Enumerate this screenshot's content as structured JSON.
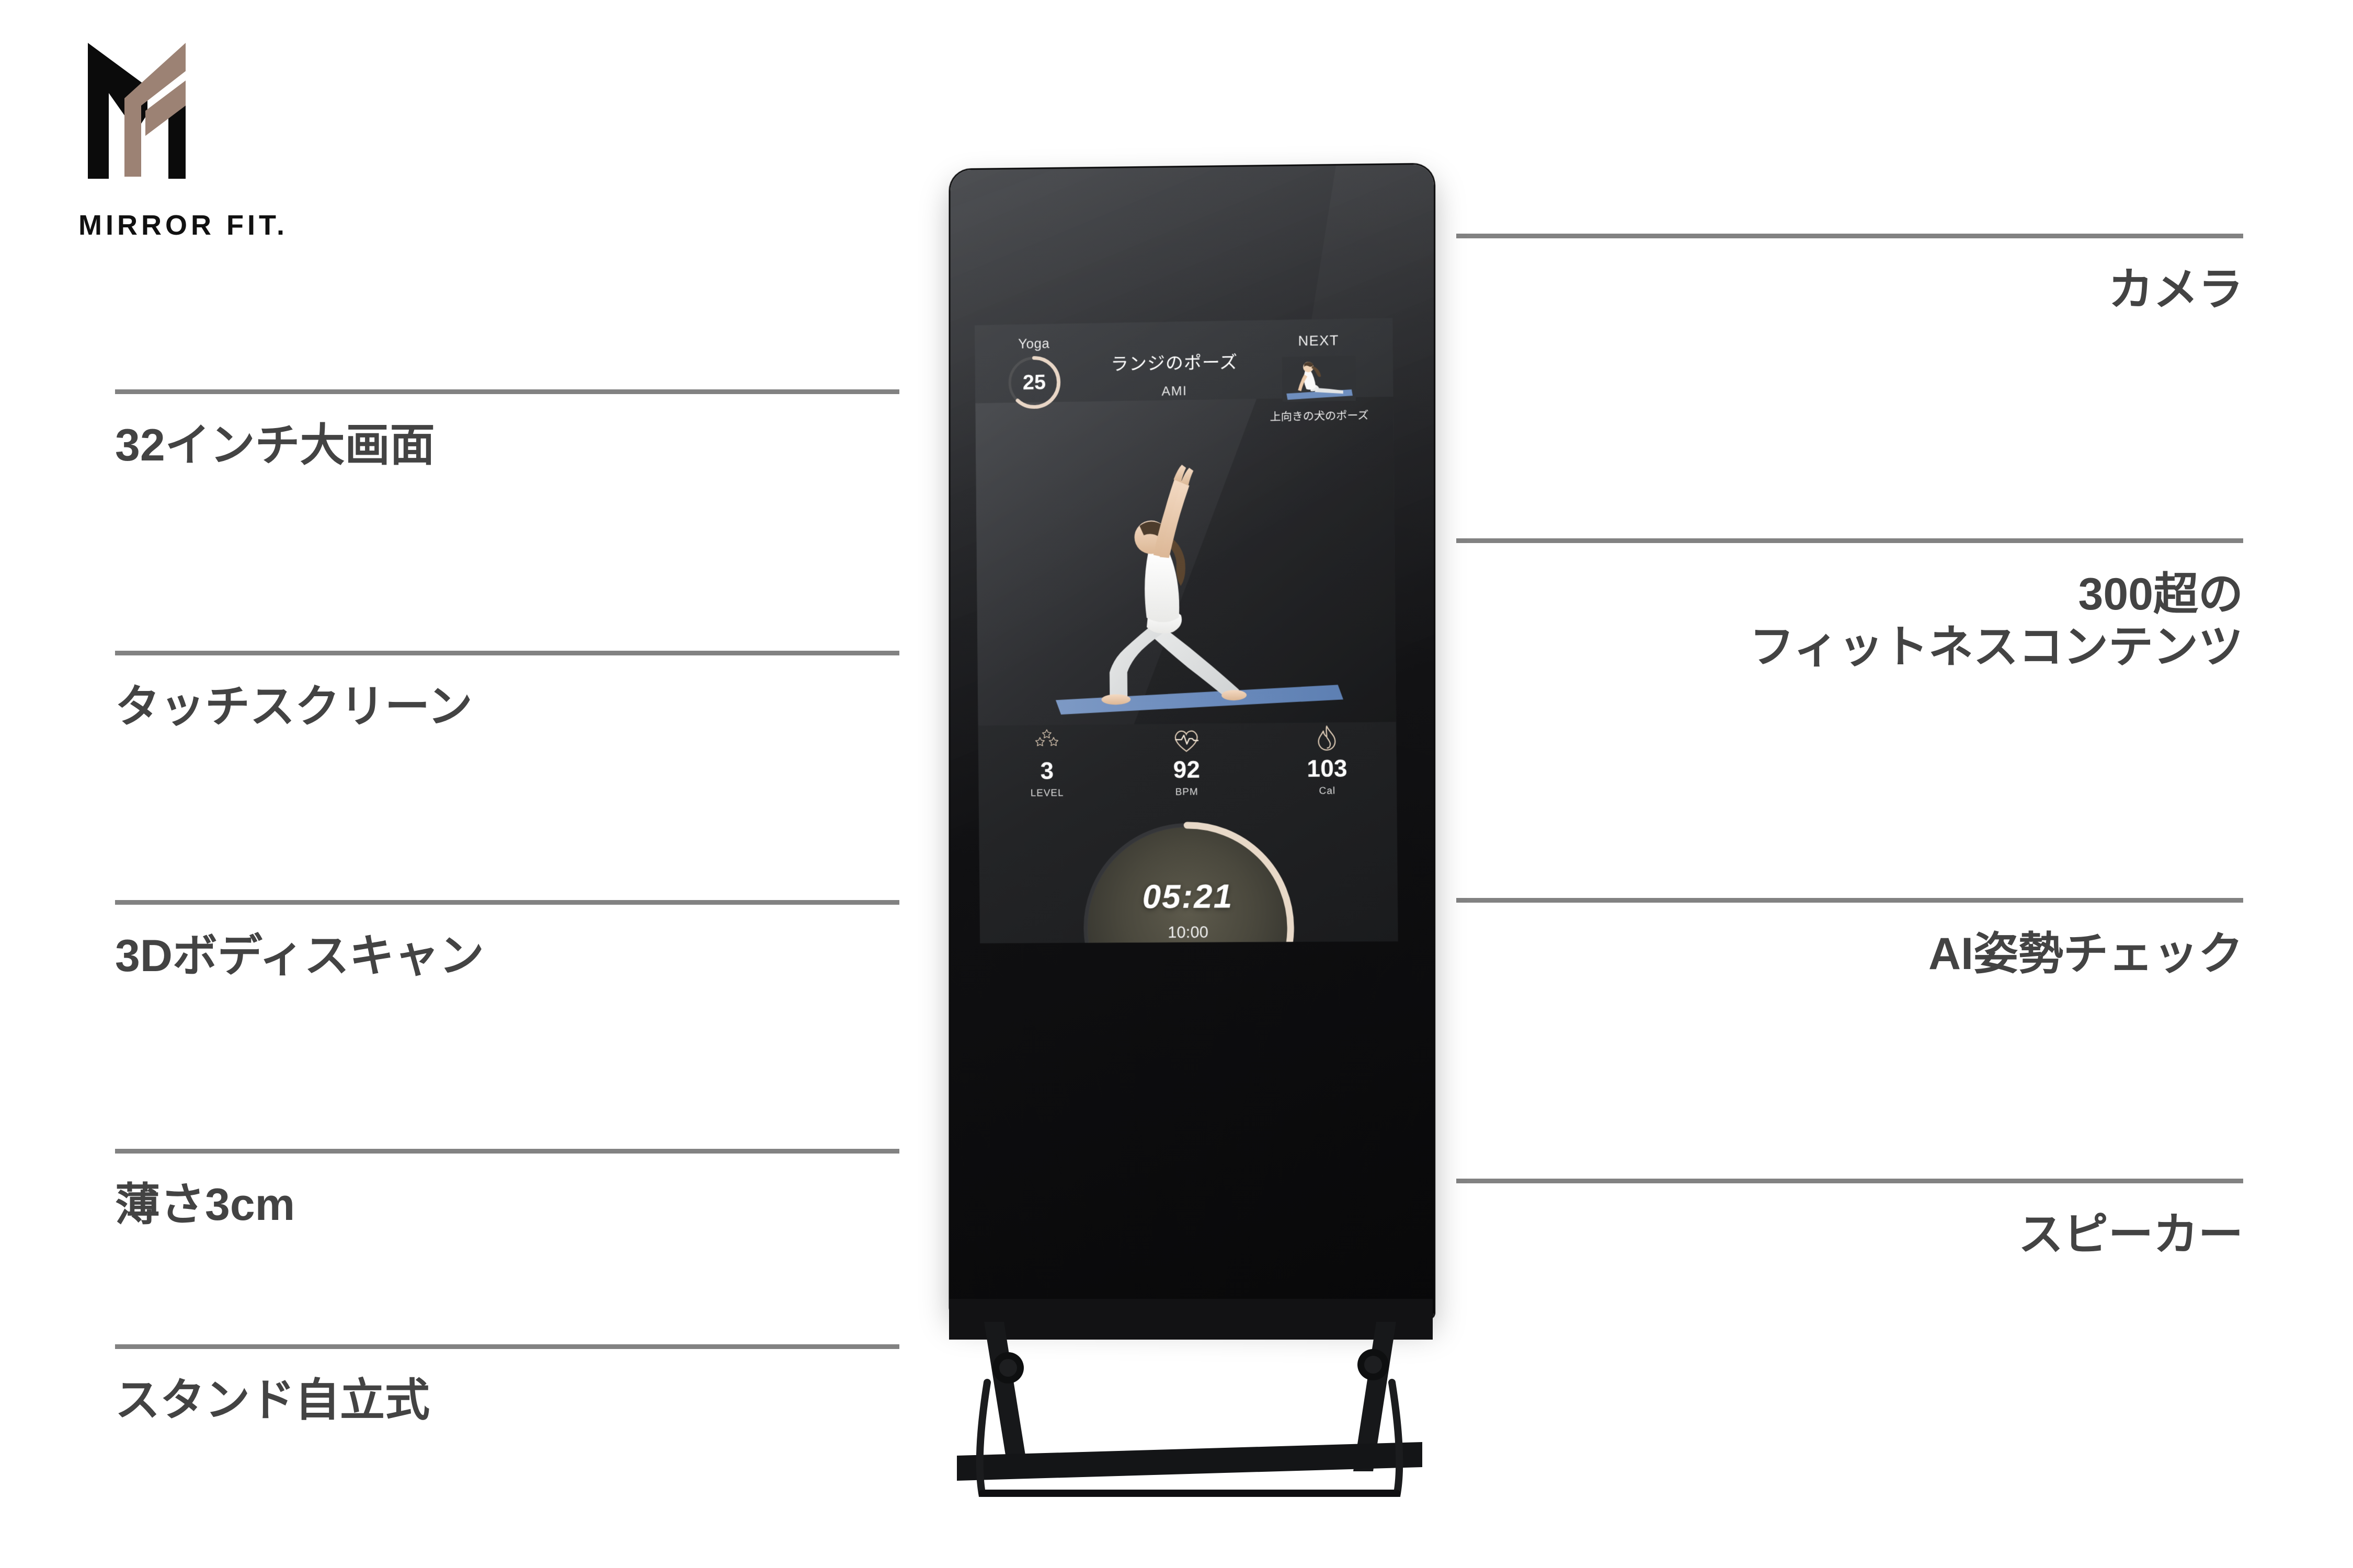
{
  "brand": {
    "name": "MIRROR FIT.",
    "logo_icon": "mirror-fit-m-mark",
    "colors": {
      "black": "#111111",
      "tan": "#9c8274"
    }
  },
  "features_left": [
    {
      "label": "32インチ大画面"
    },
    {
      "label": "タッチスクリーン"
    },
    {
      "label": "3Dボディスキャン"
    },
    {
      "label": "薄さ3cm"
    },
    {
      "label": "スタンド自立式"
    }
  ],
  "features_right": [
    {
      "label": "カメラ"
    },
    {
      "label": "300超の\nフィットネスコンテンツ"
    },
    {
      "label": "AI姿勢チェック"
    },
    {
      "label": "スピーカー"
    }
  ],
  "screen": {
    "session": {
      "category": "Yoga",
      "progress_value": "25",
      "progress_percent": 62,
      "pose_name": "ランジのポーズ",
      "coach": "AMI"
    },
    "next": {
      "label": "NEXT",
      "pose_name": "上向きの犬のポーズ",
      "thumbnail_icon": "upward-dog-pose-thumbnail"
    },
    "hero": {
      "image_icon": "high-lunge-yoga-pose"
    },
    "stats": [
      {
        "icon": "three-stars-icon",
        "value": "3",
        "unit": "LEVEL"
      },
      {
        "icon": "heart-pulse-icon",
        "value": "92",
        "unit": "BPM"
      },
      {
        "icon": "flame-icon",
        "value": "103",
        "unit": "Cal"
      }
    ],
    "timer": {
      "elapsed": "05:21",
      "total": "10:00",
      "arc_percent": 55,
      "arc_color": "#e8d9c8"
    }
  },
  "device": {
    "body_color": "#121214",
    "stand_color": "#1a1a1c"
  },
  "theme": {
    "rule_color": "#828282",
    "label_color": "#434343",
    "accent_cream": "#e8d5c4"
  }
}
